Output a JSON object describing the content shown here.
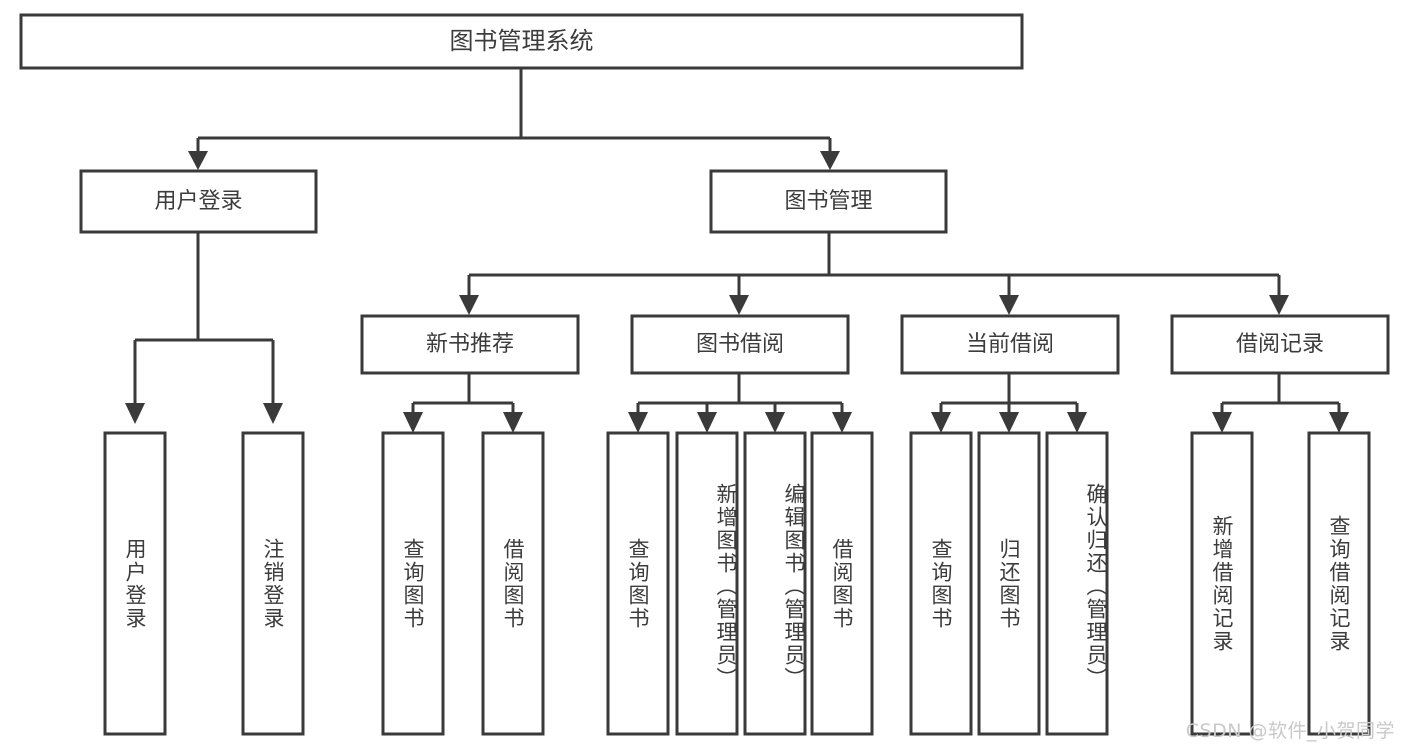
{
  "diagram": {
    "title": "图书管理系统",
    "watermark": "CSDN @软件_小贺同学",
    "colors": {
      "box_stroke": "#3a3a3a",
      "box_fill": "#ffffff",
      "text": "#3c3c3c",
      "watermark": "#c9c9c9",
      "background": "#ffffff"
    },
    "levels": {
      "root": {
        "label": "图书管理系统"
      },
      "level2": [
        {
          "label": "用户登录"
        },
        {
          "label": "图书管理"
        }
      ],
      "level3": [
        {
          "label": "新书推荐"
        },
        {
          "label": "图书借阅"
        },
        {
          "label": "当前借阅"
        },
        {
          "label": "借阅记录"
        }
      ],
      "leaves": {
        "user_login": [
          {
            "label": "用户登录"
          },
          {
            "label": "注销登录"
          }
        ],
        "new_book_recommend": [
          {
            "label": "查询图书"
          },
          {
            "label": "借阅图书"
          }
        ],
        "book_borrow": [
          {
            "label": "查询图书"
          },
          {
            "label": "新增图书（管理员）"
          },
          {
            "label": "编辑图书（管理员）"
          },
          {
            "label": "借阅图书"
          }
        ],
        "current_borrow": [
          {
            "label": "查询图书"
          },
          {
            "label": "归还图书"
          },
          {
            "label": "确认归还（管理员）"
          }
        ],
        "borrow_record": [
          {
            "label": "新增借阅记录"
          },
          {
            "label": "查询借阅记录"
          }
        ]
      }
    }
  }
}
